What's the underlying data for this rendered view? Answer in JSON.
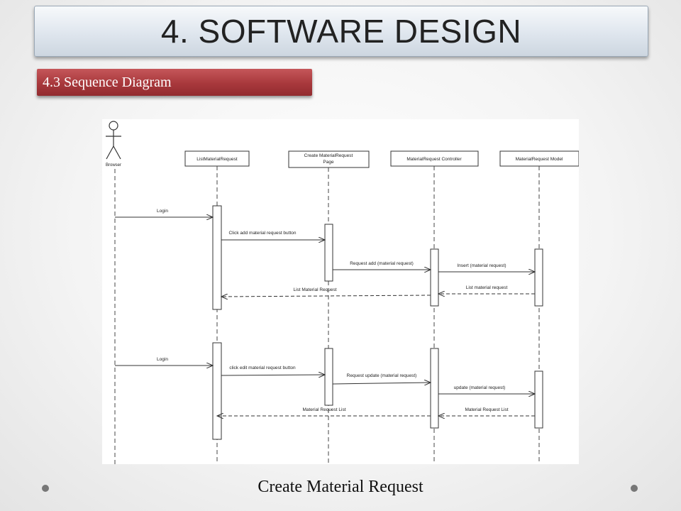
{
  "header": {
    "title": "4. SOFTWARE DESIGN",
    "subtitle": "4.3 Sequence Diagram"
  },
  "diagram": {
    "actor": {
      "name": "Browser"
    },
    "lifelines": [
      {
        "id": "list",
        "name": "ListMaterialRequest"
      },
      {
        "id": "create",
        "name_line1": "Create MaterialRequest",
        "name_line2": "Page"
      },
      {
        "id": "controller",
        "name": "MaterialRequest Controller"
      },
      {
        "id": "model",
        "name": "MaterialRequest Model"
      }
    ],
    "messages": [
      {
        "label": "Login"
      },
      {
        "label": "Click add material request button"
      },
      {
        "label": "Request add (material request)"
      },
      {
        "label": "Insert (material request)"
      },
      {
        "label": "List material request"
      },
      {
        "label": "List Material Request"
      },
      {
        "label": "Login"
      },
      {
        "label": "click edit material request button"
      },
      {
        "label": "Request update (material request)"
      },
      {
        "label": "update (material request)"
      },
      {
        "label": "Material Request List"
      },
      {
        "label": "Material Request List"
      }
    ]
  },
  "caption": "Create Material Request"
}
